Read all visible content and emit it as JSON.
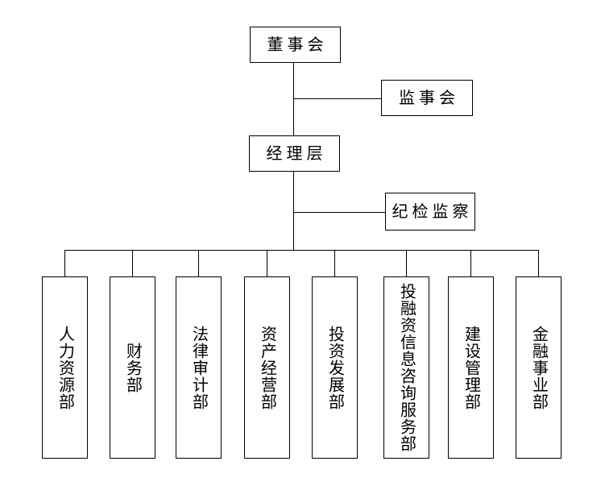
{
  "org_chart": {
    "board": {
      "label": "董事会"
    },
    "supervisory": {
      "label": "监事会"
    },
    "management": {
      "label": "经理层"
    },
    "discipline": {
      "label": "纪检监察"
    },
    "departments": [
      {
        "label": "人力资源部"
      },
      {
        "label": "财务部"
      },
      {
        "label": "法律审计部"
      },
      {
        "label": "资产经营部"
      },
      {
        "label": "投资发展部"
      },
      {
        "label": "投融资信息咨询服务部"
      },
      {
        "label": "建设管理部"
      },
      {
        "label": "金融事业部"
      }
    ]
  },
  "colors": {
    "line": "#000000",
    "text": "#000000",
    "background": "#ffffff"
  }
}
